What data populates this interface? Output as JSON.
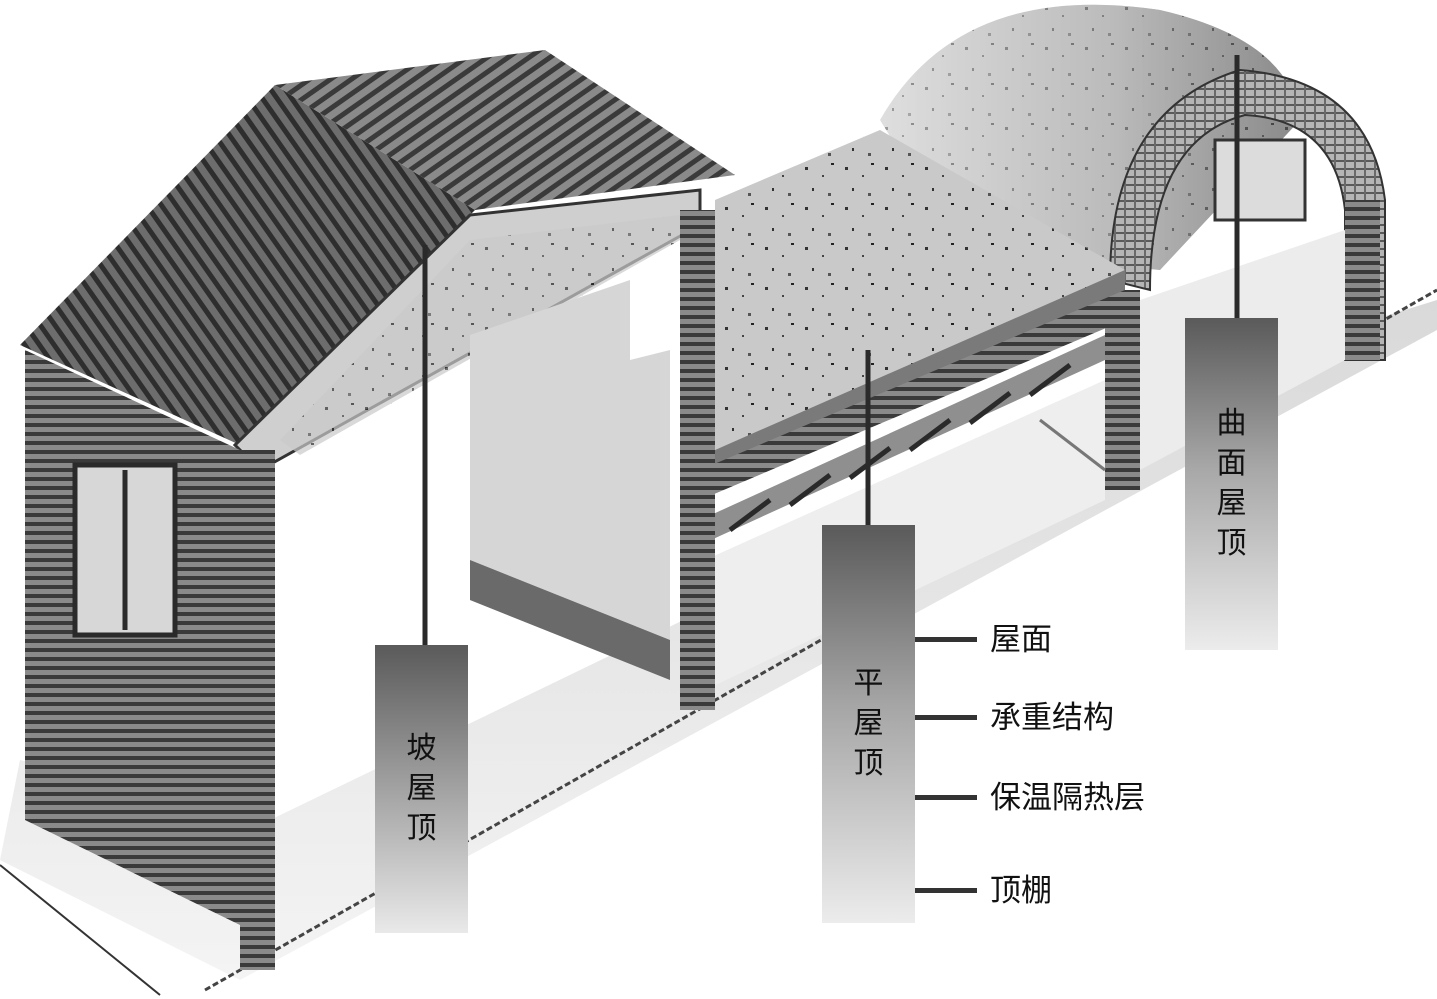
{
  "roof_types": {
    "slope": [
      "坡",
      "屋",
      "顶"
    ],
    "flat": [
      "平",
      "屋",
      "顶"
    ],
    "curved": [
      "曲",
      "面",
      "屋",
      "顶"
    ]
  },
  "flat_roof_layers": [
    "屋面",
    "承重结构",
    "保温隔热层",
    "顶棚"
  ]
}
